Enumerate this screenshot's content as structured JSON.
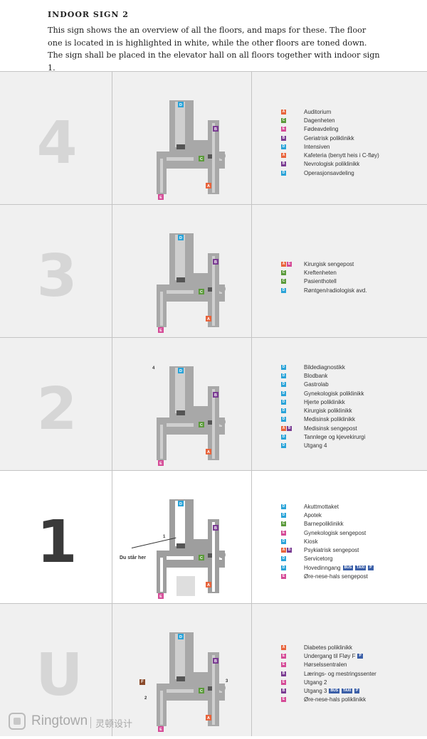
{
  "header": {
    "title": "INDOOR SIGN 2",
    "description": "This sign shows the an overview of all the floors, and maps for these. The floor one is located in is highlighted in white, while the other floors are toned down. The sign shall be placed in the elevator hall on all floors together with indoor sign 1."
  },
  "colors": {
    "A": "#e8643c",
    "B": "#7a3c92",
    "C": "#5a9a3a",
    "D": "#29a3d8",
    "E": "#d54b97",
    "F": "#8a4a2a",
    "transport": "#3b5fa8"
  },
  "floors": [
    {
      "label": "4",
      "active": false,
      "items": [
        {
          "codes": [
            "A"
          ],
          "text": "Auditorium"
        },
        {
          "codes": [
            "C"
          ],
          "text": "Dagenheten"
        },
        {
          "codes": [
            "E"
          ],
          "text": "Fødeavdeling"
        },
        {
          "codes": [
            "B"
          ],
          "text": "Geriatrisk poliklinikk"
        },
        {
          "codes": [
            "D"
          ],
          "text": "Intensiven"
        },
        {
          "codes": [
            "A"
          ],
          "text": "Kafeteria (benytt heis i C-fløy)"
        },
        {
          "codes": [
            "B"
          ],
          "text": "Nevrologisk poliklinikk"
        },
        {
          "codes": [
            "D"
          ],
          "text": "Operasjonsavdeling"
        }
      ]
    },
    {
      "label": "3",
      "active": false,
      "items": [
        {
          "codes": [
            "A",
            "E"
          ],
          "text": "Kirurgisk sengepost"
        },
        {
          "codes": [
            "C"
          ],
          "text": "Kreftenheten"
        },
        {
          "codes": [
            "C"
          ],
          "text": "Pasienthotell"
        },
        {
          "codes": [
            "D"
          ],
          "text": "Røntgen/radiologisk avd."
        }
      ]
    },
    {
      "label": "2",
      "active": false,
      "map_label": "4",
      "items": [
        {
          "codes": [
            "D"
          ],
          "text": "Bildediagnostikk"
        },
        {
          "codes": [
            "D"
          ],
          "text": "Blodbank"
        },
        {
          "codes": [
            "D"
          ],
          "text": "Gastrolab"
        },
        {
          "codes": [
            "D"
          ],
          "text": "Gynekologisk poliklinikk"
        },
        {
          "codes": [
            "D"
          ],
          "text": "Hjerte poliklinikk"
        },
        {
          "codes": [
            "D"
          ],
          "text": "Kirurgisk poliklinikk"
        },
        {
          "codes": [
            "D"
          ],
          "text": "Medisinsk poliklinikk"
        },
        {
          "codes": [
            "A",
            "B"
          ],
          "text": "Medisinsk sengepost"
        },
        {
          "codes": [
            "D"
          ],
          "text": "Tannlege og kjevekirurgi"
        },
        {
          "codes": [
            "D"
          ],
          "text": "Utgang 4"
        }
      ]
    },
    {
      "label": "1",
      "active": true,
      "you_are_here": "Du står her",
      "map_label": "1",
      "items": [
        {
          "codes": [
            "D"
          ],
          "text": "Akuttmottaket"
        },
        {
          "codes": [
            "D"
          ],
          "text": "Apotek"
        },
        {
          "codes": [
            "C"
          ],
          "text": "Barnepoliklinikk"
        },
        {
          "codes": [
            "E"
          ],
          "text": "Gynekologisk sengepost"
        },
        {
          "codes": [
            "D"
          ],
          "text": "Kiosk"
        },
        {
          "codes": [
            "A",
            "B"
          ],
          "text": "Psykiatrisk sengepost"
        },
        {
          "codes": [
            "D"
          ],
          "text": "Servicetorg"
        },
        {
          "codes": [
            "D"
          ],
          "text": "Hovedinngang",
          "icons": [
            "bus-icon",
            "taxi-icon",
            "parking-icon"
          ]
        },
        {
          "codes": [
            "E"
          ],
          "text": "Øre-nese-hals sengepost"
        }
      ]
    },
    {
      "label": "U",
      "active": false,
      "map_labels": [
        "F",
        "2",
        "3"
      ],
      "items": [
        {
          "codes": [
            "A"
          ],
          "text": "Diabetes poliklinikk"
        },
        {
          "codes": [
            "E"
          ],
          "text": "Undergang til Fløy F",
          "icons": [
            "parking-icon"
          ]
        },
        {
          "codes": [
            "E"
          ],
          "text": "Hørselssentralen"
        },
        {
          "codes": [
            "B"
          ],
          "text": "Lærings- og mestringssenter"
        },
        {
          "codes": [
            "E"
          ],
          "text": "Utgang 2"
        },
        {
          "codes": [
            "B"
          ],
          "text": "Utgang 3",
          "icons": [
            "bus-icon",
            "taxi-icon",
            "parking-icon"
          ]
        },
        {
          "codes": [
            "E"
          ],
          "text": "Øre-nese-hals poliklinikk"
        }
      ]
    }
  ],
  "icon_labels": {
    "bus-icon": "BUS",
    "taxi-icon": "TAXI",
    "parking-icon": "P"
  },
  "logo": {
    "text": "Ringtown",
    "subtext": "灵顿设计"
  }
}
